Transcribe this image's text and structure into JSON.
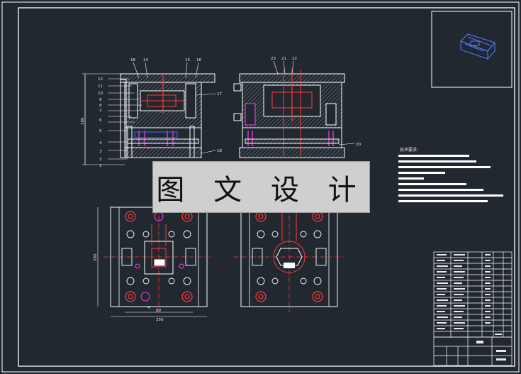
{
  "watermark": {
    "text": "图 文 设 计"
  },
  "tech_requirements": {
    "heading": "技术要求:"
  },
  "part_labels": {
    "front_view": [
      "12",
      "11",
      "10",
      "9",
      "8",
      "7",
      "6",
      "5",
      "4",
      "3",
      "2",
      "1"
    ],
    "top_callouts_left": [
      "18",
      "14",
      "15",
      "16"
    ],
    "right_callout_front": "17",
    "bottom_callout_front": "18",
    "top_callouts_right": [
      "23",
      "21",
      "22"
    ],
    "right_callout_side": "20"
  },
  "dimensions": {
    "front_height": "180",
    "plan_height": "280",
    "plan_inner_width": "80",
    "plan_width": "250",
    "plan_bottom_small": "4"
  },
  "colors": {
    "background": "#212830",
    "line": "#ffffff",
    "mold_red": "#ff3a3a",
    "mold_magenta": "#ff3cf0",
    "mold_blue": "#3f6bff",
    "hatch": "#9aa0a6"
  },
  "icons": {
    "thumbnail": "3d-mold-thumbnail-icon"
  }
}
